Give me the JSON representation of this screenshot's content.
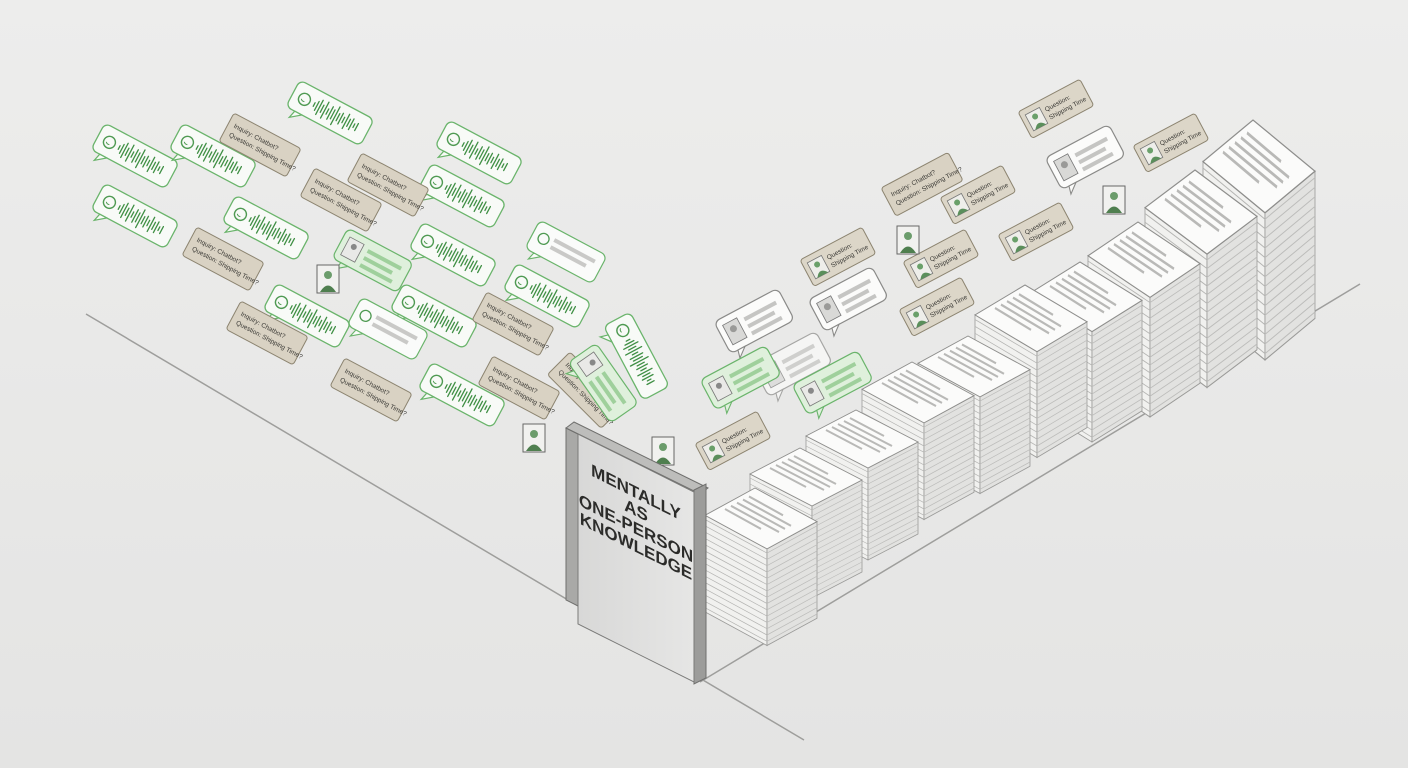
{
  "panel": {
    "lines": [
      "MENTALLY",
      "AS",
      "ONE-PERSON",
      "KNOWLEDGE"
    ]
  },
  "bubble_text": {
    "inquiry": [
      "Inquiry: Chatbot?",
      "Question: Shipping Time?"
    ],
    "question": [
      "Question:",
      "Shipping Time"
    ]
  },
  "icons": {
    "voice": "whatsapp-icon",
    "avatar": "person-icon"
  },
  "colors": {
    "background": "#e9e9e8",
    "whatsapp_green": "#5aa55c",
    "question_card": "#d9d2c3",
    "paper": "#f7f7f5"
  }
}
